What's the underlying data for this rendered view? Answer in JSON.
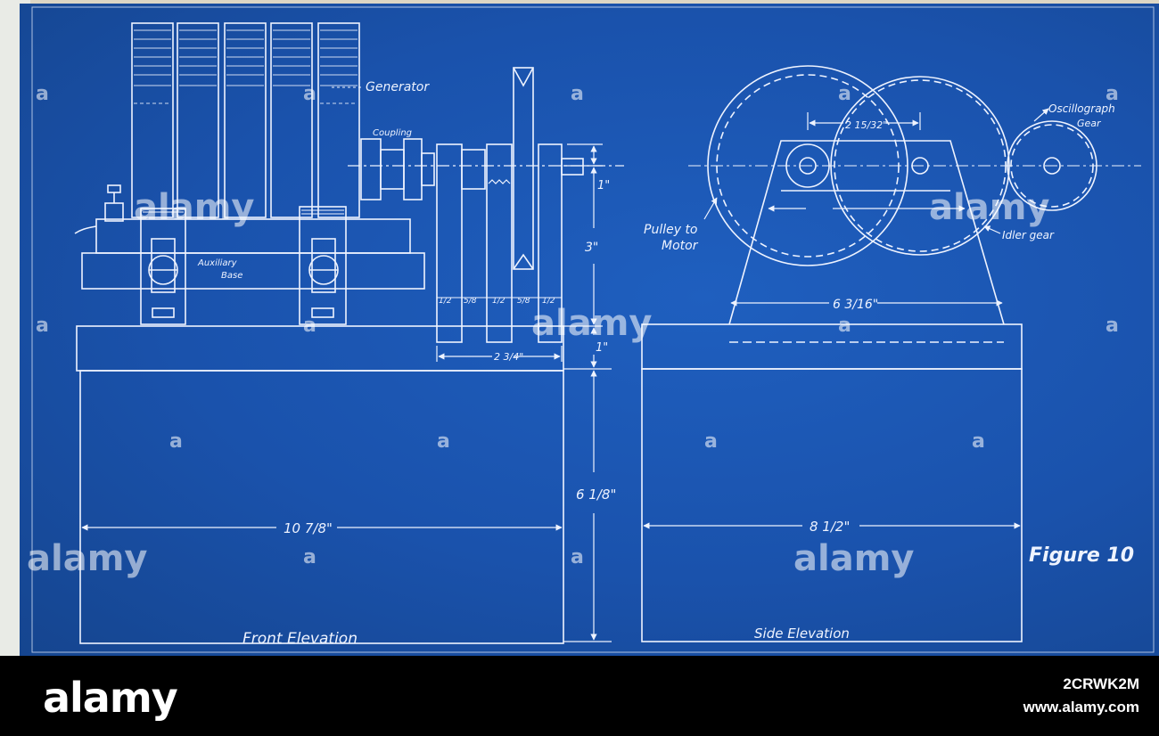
{
  "labels": {
    "generator": "Generator",
    "coupling": "Coupling",
    "auxiliary": "Auxiliary",
    "base": "Base",
    "pulley_line1": "Pulley to",
    "pulley_line2": "Motor",
    "oscillograph_line1": "Oscillograph",
    "oscillograph_line2": "Gear",
    "idler_gear": "Idler gear",
    "front_elevation": "Front Elevation",
    "side_elevation": "Side Elevation",
    "figure": "Figure 10"
  },
  "dimensions": {
    "top_gap": "1\"",
    "mid": "3\"",
    "lower": "1\"",
    "base_height": "6 1/8\"",
    "pulley_span": "2 3/4\"",
    "front_width": "10 7/8\"",
    "side_width": "8 1/2\"",
    "side_upper": "6 3/16\"",
    "gear_center": "2 15/32\"",
    "fr1": "1/2",
    "fr2": "5/8",
    "fr3": "1/2",
    "fr4": "5/8",
    "fr5": "1/2"
  },
  "watermark": {
    "mark": "a",
    "brand": "alamy",
    "image_id": "2CRWK2M",
    "site": "www.alamy.com"
  },
  "colors": {
    "paper": "#1a52ac",
    "line": "#eef3ff",
    "footer": "#000000"
  }
}
